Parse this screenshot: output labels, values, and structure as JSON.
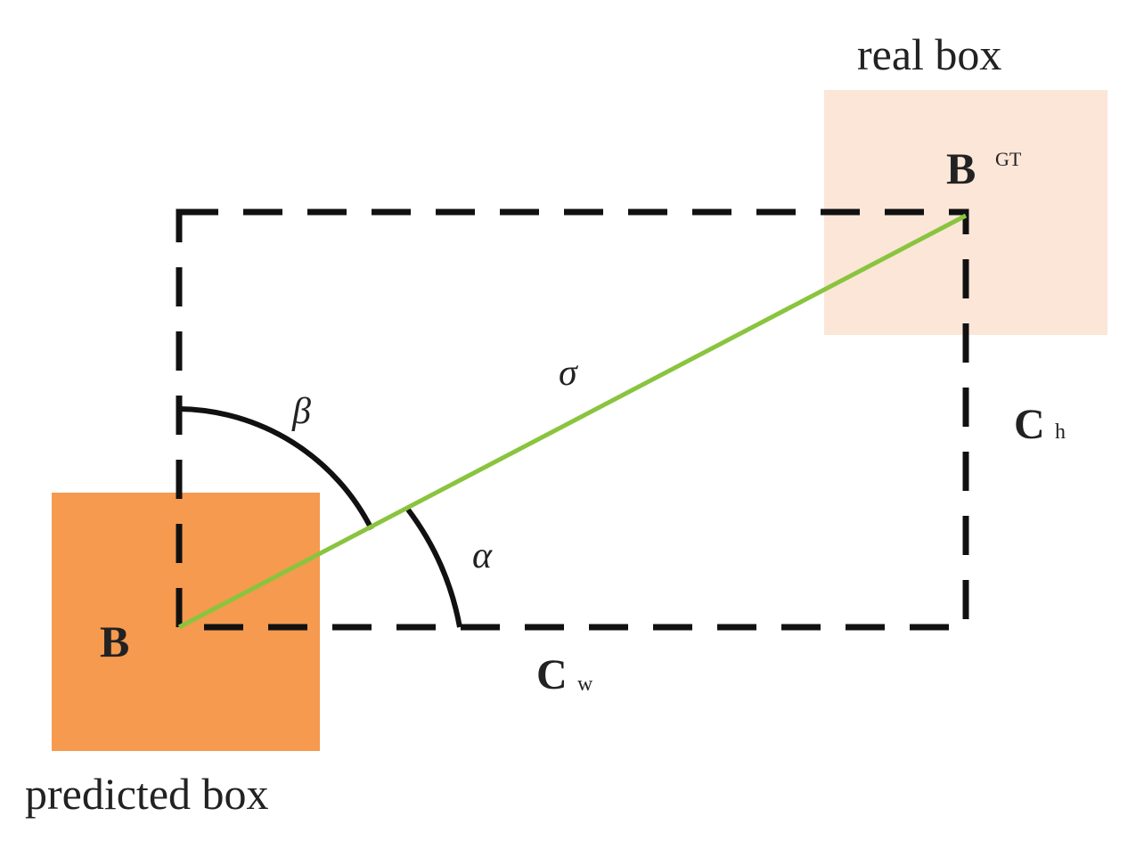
{
  "labels": {
    "real_box": "real box",
    "predicted_box": "predicted box",
    "predicted_point": "B",
    "gt_point_main": "B",
    "gt_point_sup": "GT",
    "distance": "σ",
    "angle_alpha": "α",
    "angle_beta": "β",
    "height_main": "C",
    "height_sub": "h",
    "width_main": "C",
    "width_sub": "w"
  },
  "colors": {
    "predicted_box_fill": "#f59a4f",
    "real_box_fill": "#fbe6d8",
    "connector_line": "#8ac43f",
    "dashed_rect": "#111111",
    "arcs": "#111111",
    "text": "#222222"
  }
}
